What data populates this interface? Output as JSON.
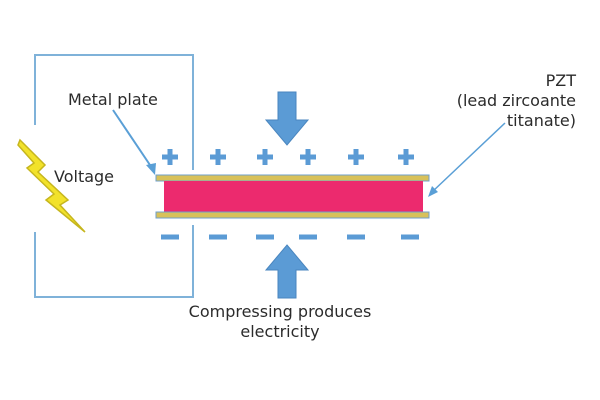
{
  "labels": {
    "metal_plate": "Metal plate",
    "voltage": "Voltage",
    "pzt": [
      "PZT",
      "(lead zircoante",
      "titanate)"
    ],
    "compressing": [
      "Compressing produces",
      "electricity"
    ]
  },
  "charges": {
    "top": [
      "+",
      "+",
      "+",
      "+",
      "+",
      "+"
    ],
    "bottom": [
      "−",
      "−",
      "−",
      "−",
      "−",
      "−"
    ]
  },
  "icons": {
    "lightning": "lightning-bolt-icon",
    "arrow_down": "arrow-down-icon",
    "arrow_up": "arrow-up-icon"
  },
  "colors": {
    "wire": "#7fb2d9",
    "arrow": "#5b9bd5",
    "arrow_stroke": "#4a86bf",
    "piezo": "#ec2a6e",
    "plate": "#d8c15a",
    "plate_stroke": "#6f9fca",
    "charge": "#5b9bd5",
    "lightning": "#f2e22a",
    "lightning_stroke": "#c6b61e",
    "pointer": "#5a9fd6"
  }
}
